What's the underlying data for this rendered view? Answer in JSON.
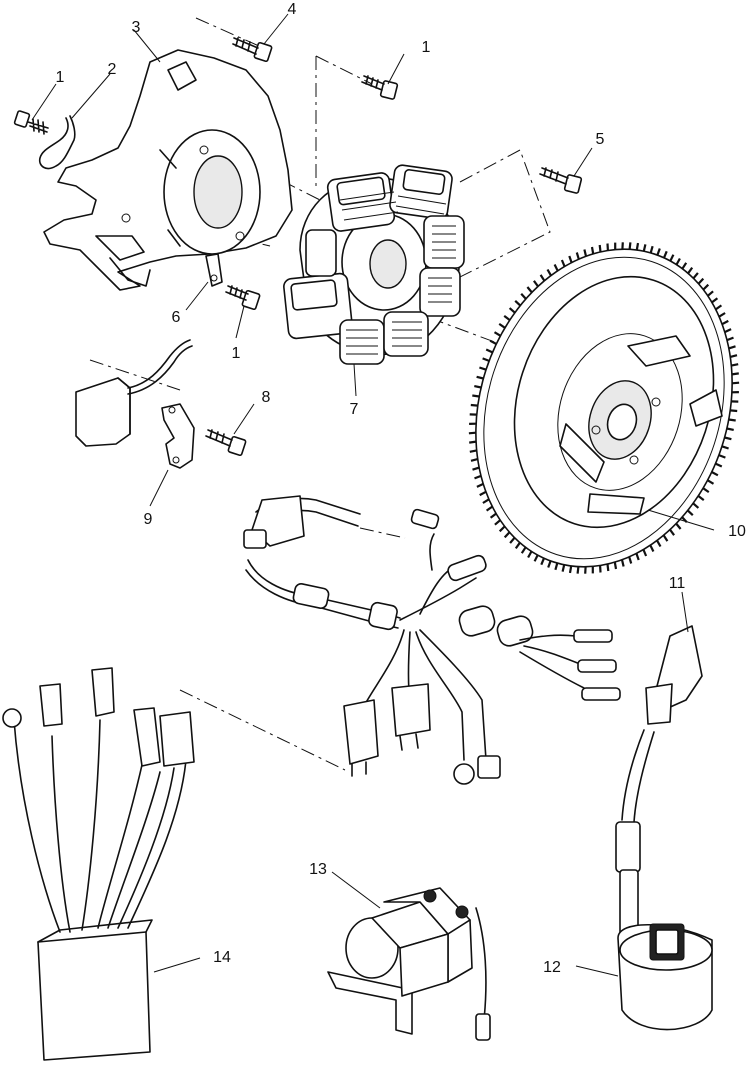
{
  "callouts": [
    {
      "id": "c1a",
      "label": "4"
    },
    {
      "id": "c1b",
      "label": "3"
    },
    {
      "id": "c1c",
      "label": "1"
    },
    {
      "id": "c1d",
      "label": "2"
    },
    {
      "id": "c1e",
      "label": "1"
    },
    {
      "id": "c1f",
      "label": "5"
    },
    {
      "id": "c1g",
      "label": "6"
    },
    {
      "id": "c1h",
      "label": "1"
    },
    {
      "id": "c1i",
      "label": "7"
    },
    {
      "id": "c1j",
      "label": "8"
    },
    {
      "id": "c1k",
      "label": "9"
    },
    {
      "id": "c1l",
      "label": "10"
    },
    {
      "id": "c1m",
      "label": "11"
    },
    {
      "id": "c1n",
      "label": "13"
    },
    {
      "id": "c1o",
      "label": "14"
    },
    {
      "id": "c1p",
      "label": "12"
    }
  ]
}
